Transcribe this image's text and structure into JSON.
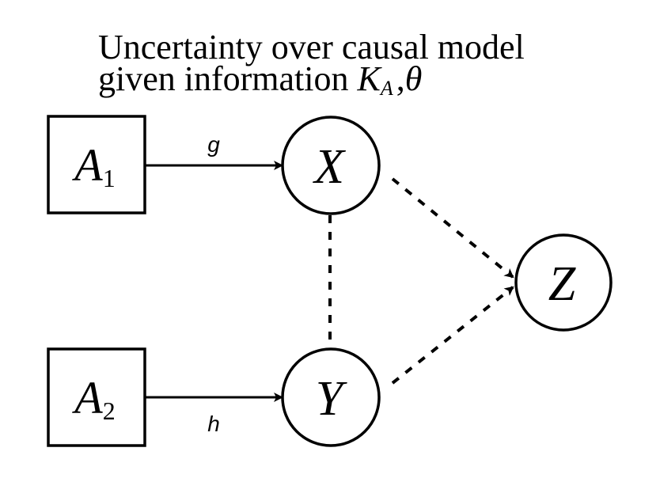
{
  "title": {
    "line1": "Uncertainty over causal model",
    "line2_prefix": "given information ",
    "var_K": "K",
    "var_K_sub": "A",
    "separator": ",",
    "var_theta": "θ"
  },
  "nodes": {
    "a1": {
      "letter": "A",
      "subscript": "1"
    },
    "a2": {
      "letter": "A",
      "subscript": "2"
    },
    "x": {
      "label": "X"
    },
    "y": {
      "label": "Y"
    },
    "z": {
      "label": "Z"
    }
  },
  "edges": {
    "g": {
      "label": "g"
    },
    "h": {
      "label": "h"
    }
  }
}
